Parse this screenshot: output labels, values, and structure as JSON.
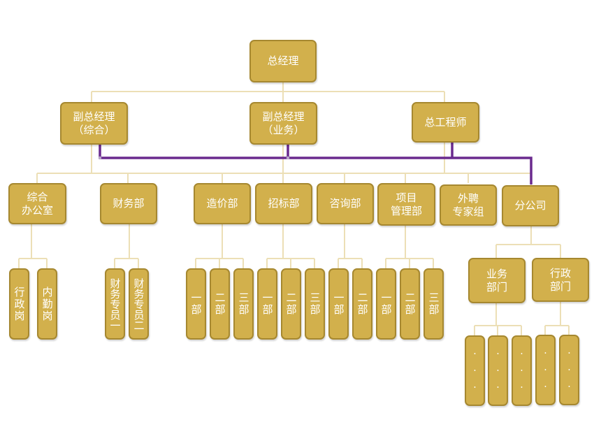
{
  "top": {
    "label": "总经理"
  },
  "deputies": [
    {
      "label": "副总经理\n（综合）"
    },
    {
      "label": "副总经理\n（业务）"
    },
    {
      "label": "总工程师"
    }
  ],
  "departments": [
    {
      "label": "综合\n办公室"
    },
    {
      "label": "财务部"
    },
    {
      "label": "造价部"
    },
    {
      "label": "招标部"
    },
    {
      "label": "咨询部"
    },
    {
      "label": "项目\n管理部"
    },
    {
      "label": "外聘\n专家组"
    },
    {
      "label": "分公司"
    }
  ],
  "sub_units": {
    "office": [
      "行政岗",
      "内勤岗"
    ],
    "finance": [
      "财务专员一",
      "财务专员二"
    ],
    "cost": [
      "一部",
      "二部",
      "三部"
    ],
    "bidding": [
      "一部",
      "二部",
      "三部"
    ],
    "consulting": [
      "一部",
      "二部"
    ],
    "project": [
      "一部",
      "二部",
      "三部"
    ]
  },
  "branch": {
    "divisions": [
      {
        "label": "业务\n部门"
      },
      {
        "label": "行政\n部门"
      }
    ],
    "business_units": [
      "...",
      "...",
      "..."
    ],
    "admin_units": [
      "...",
      "..."
    ]
  },
  "colors": {
    "box_fill": "#d2b04c",
    "box_border": "#a68830",
    "connector": "#ecdfb6",
    "highlight": "#6a2a8e"
  }
}
